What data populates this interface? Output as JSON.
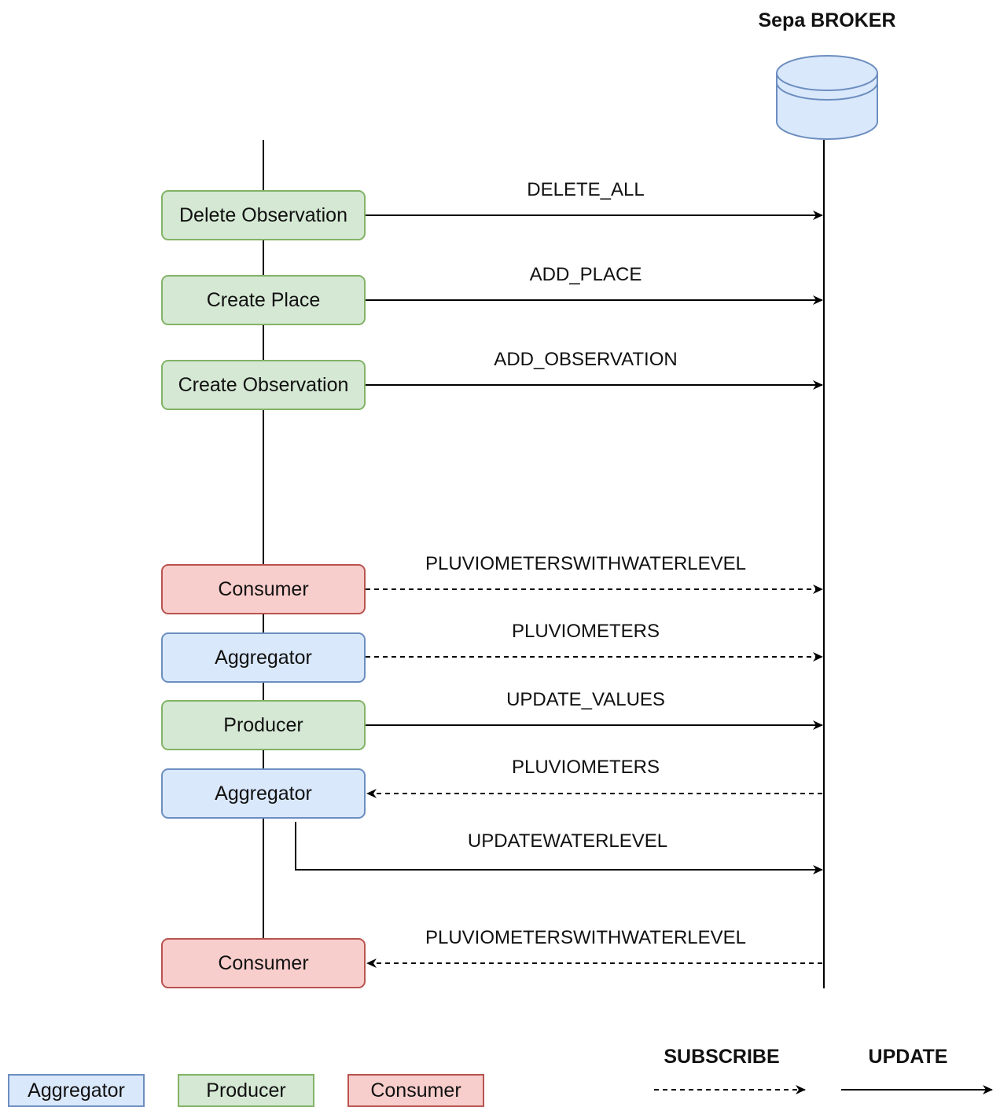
{
  "broker": {
    "title": "Sepa BROKER"
  },
  "boxes": {
    "delete_observation": "Delete Observation",
    "create_place": "Create Place",
    "create_observation": "Create Observation",
    "consumer_1": "Consumer",
    "aggregator_1": "Aggregator",
    "producer": "Producer",
    "aggregator_2": "Aggregator",
    "consumer_2": "Consumer"
  },
  "messages": {
    "delete_all": "DELETE_ALL",
    "add_place": "ADD_PLACE",
    "add_observation": "ADD_OBSERVATION",
    "pluvio_wl_subscribe": "PLUVIOMETERSWITHWATERLEVEL",
    "pluviometers_subscribe": "PLUVIOMETERS",
    "update_values": "UPDATE_VALUES",
    "pluviometers_notify": "PLUVIOMETERS",
    "update_water_level": "UPDATEWATERLEVEL",
    "pluvio_wl_notify": "PLUVIOMETERSWITHWATERLEVEL"
  },
  "legend": {
    "aggregator": "Aggregator",
    "producer": "Producer",
    "consumer": "Consumer",
    "subscribe": "SUBSCRIBE",
    "update": "UPDATE"
  },
  "colors": {
    "producer_fill": "#d5e8d4",
    "producer_stroke": "#82b366",
    "consumer_fill": "#f8cecc",
    "consumer_stroke": "#b85450",
    "aggregator_fill": "#dae8fc",
    "aggregator_stroke": "#6c8ebf"
  }
}
